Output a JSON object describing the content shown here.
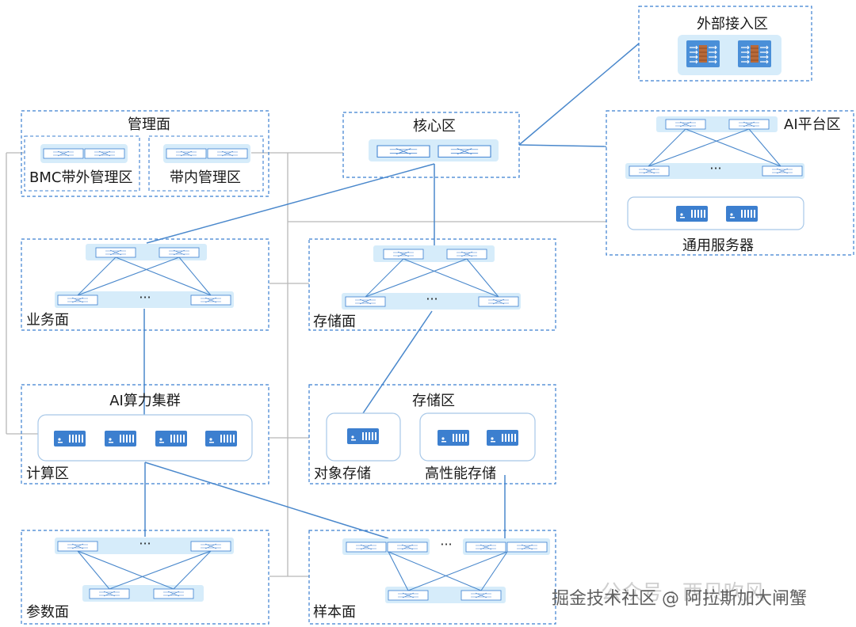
{
  "colors": {
    "border": "#3b7fd0",
    "link": "#4a88cc",
    "gray": "#b8b8b8",
    "band": "#d6ecfa",
    "server": "#3c7fcf"
  },
  "zones": {
    "external": "外部接入区",
    "core": "核心区",
    "mgmt": "管理面",
    "bmc": "BMC带外管理区",
    "inband": "带内管理区",
    "ai_platform": "AI平台区",
    "general_server": "通用服务器",
    "business": "业务面",
    "storage_plane": "存储面",
    "ai_cluster": "AI算力集群",
    "compute": "计算区",
    "storage_area": "存储区",
    "object_storage": "对象存储",
    "hp_storage": "高性能存储",
    "param": "参数面",
    "sample": "样本面"
  },
  "ellipsis": "···",
  "watermark": "掘金技术社区 @ 阿拉斯加大闸蟹",
  "watermark_faded": "公众号 · 西贝吹风"
}
